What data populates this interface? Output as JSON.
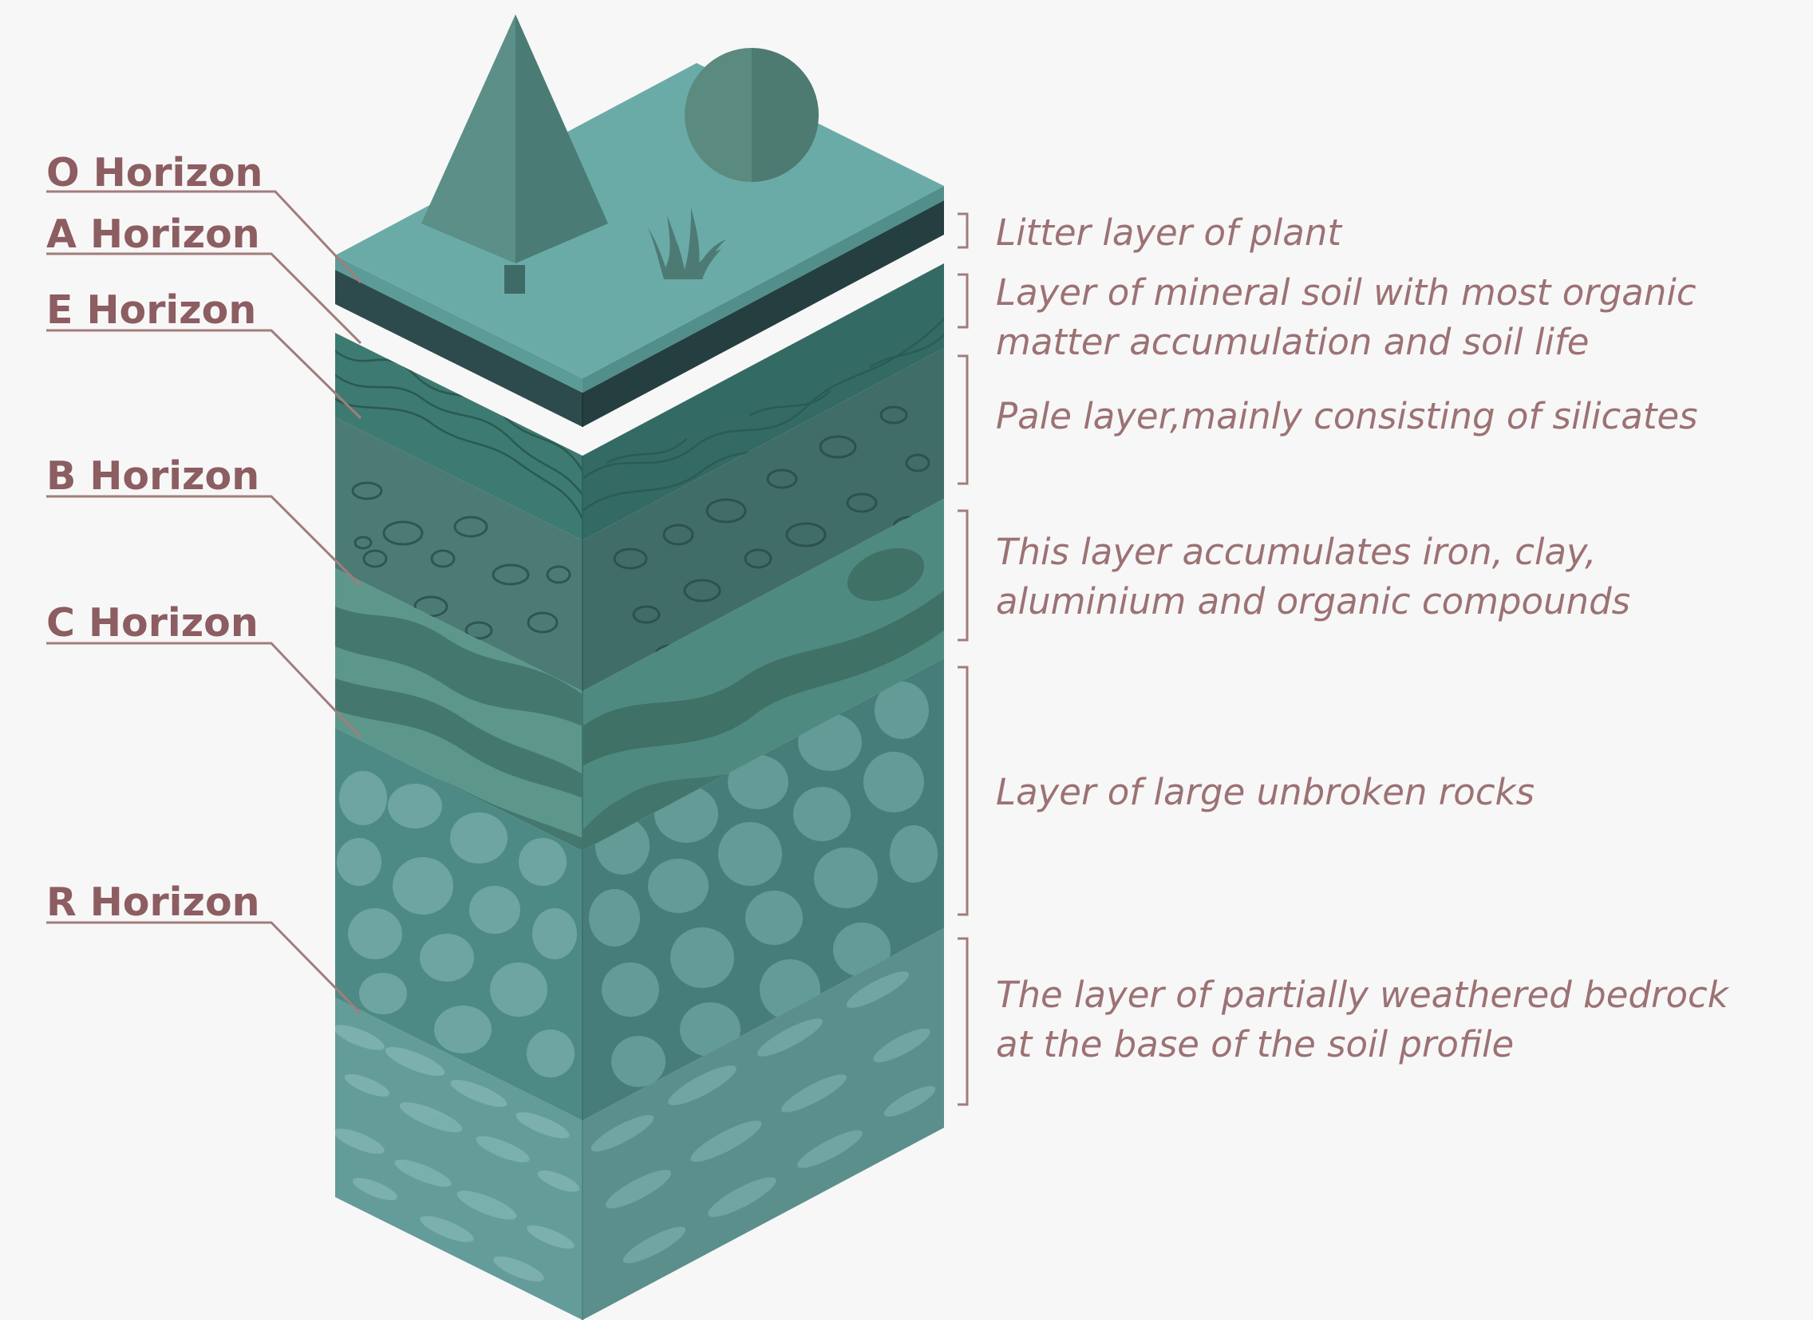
{
  "horizons": [
    {
      "label": "O Horizon",
      "description": [
        "Litter layer of plant"
      ]
    },
    {
      "label": "A Horizon",
      "description": [
        "Layer of mineral soil with most organic",
        "matter accumulation and soil life"
      ]
    },
    {
      "label": "E Horizon",
      "description": [
        "Pale layer,mainly consisting of silicates"
      ]
    },
    {
      "label": "B Horizon",
      "description": [
        "This layer accumulates iron, clay,",
        "aluminium and organic compounds"
      ]
    },
    {
      "label": "C Horizon",
      "description": [
        "Layer of large unbroken rocks"
      ]
    },
    {
      "label": "R Horizon",
      "description": [
        "The layer of partially weathered bedrock",
        "at the base of the soil profile"
      ]
    }
  ],
  "colors": {
    "label_text": "#8c5d61",
    "description_text": "#9c7274",
    "leader_line": "#a27c7c",
    "surface": "#6aaba8",
    "litter": "#2e4a4c",
    "topsoil": "#3b7670",
    "eluvial": "#4a7a74",
    "subsoil": "#5a958a",
    "rocks": "#4e8883",
    "bedrock": "#5f9a96"
  },
  "icons": [
    "tree-icon",
    "bush-icon",
    "grass-icon"
  ]
}
